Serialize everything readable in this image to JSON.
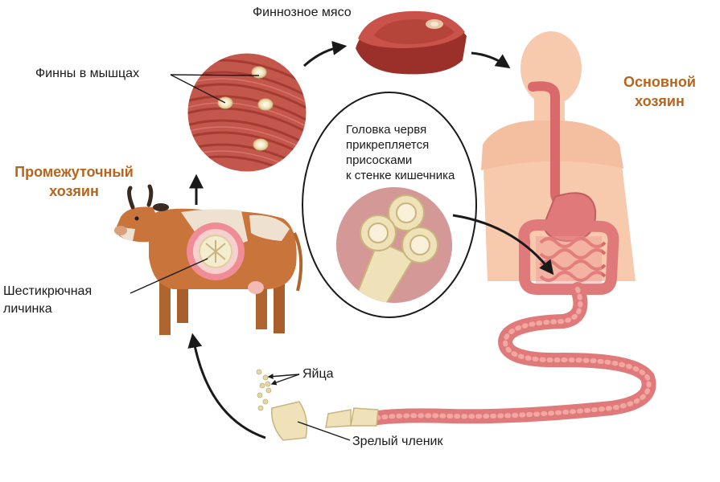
{
  "labels": {
    "finnoznoe_myaso": "Финнозное мясо",
    "finny_v_myshtsakh": "Финны в мышцах",
    "promezhutochny_khozyain_line1": "Промежуточный",
    "promezhutochny_khozyain_line2": "хозяин",
    "osnovnoy_khozyain_line1": "Основной",
    "osnovnoy_khozyain_line2": "хозяин",
    "golovka_line1": "Головка червя",
    "golovka_line2": "прикрепляется",
    "golovka_line3": "присосками",
    "golovka_line4": "к стенке кишечника",
    "shestikryuchnaya_line1": "Шестикрючная",
    "shestikryuchnaya_line2": "личинка",
    "yaytsa": "Яйца",
    "zrely_chlenik": "Зрелый членик"
  },
  "colors": {
    "host_label": "#b5651d",
    "arrow": "#1a1a1a",
    "human_body": "#f7c9ad",
    "intestine": "#e07a7a",
    "muscle": "#b5443a",
    "meat": "#9b2f2a",
    "cow_body": "#c8743a",
    "cow_patch": "#efe1cf"
  },
  "icons": [
    "cow-illustration",
    "human-body-illustration",
    "muscle-circle",
    "meat-piece",
    "scolex-circle",
    "tapeworm-body",
    "eggs-cluster",
    "proglottid"
  ]
}
